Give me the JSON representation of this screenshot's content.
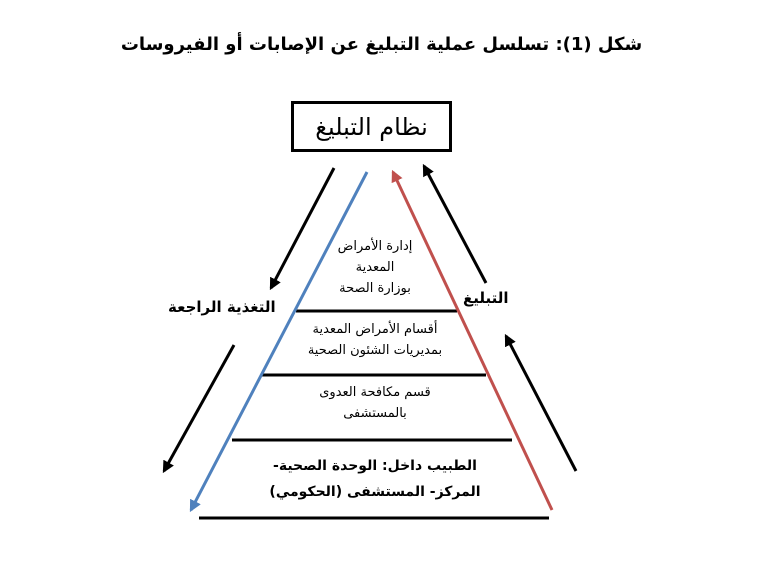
{
  "title": "شكل (1): تسلسل عملية التبليغ عن الإصابات أو الفيروسات",
  "box_label": "نظام التبليغ",
  "left_label": "التغذية الراجعة",
  "right_label": "التبليغ",
  "levels": [
    {
      "line1": "إدارة الأمراض",
      "line2": "المعدية",
      "line3": "بوزارة الصحة"
    },
    {
      "line1": "أقسام الأمراض المعدية",
      "line2": "بمديريات الشئون الصحية"
    },
    {
      "line1": "قسم مكافحة العدوى",
      "line2": "بالمستشفى"
    },
    {
      "line1": "الطبيب داخل: الوحدة الصحية-",
      "line2": "المركز-  المستشفى (الحكومي)"
    }
  ],
  "colors": {
    "blue_arrow": "#4f81bd",
    "red_arrow": "#c0504d",
    "black": "#000000"
  }
}
